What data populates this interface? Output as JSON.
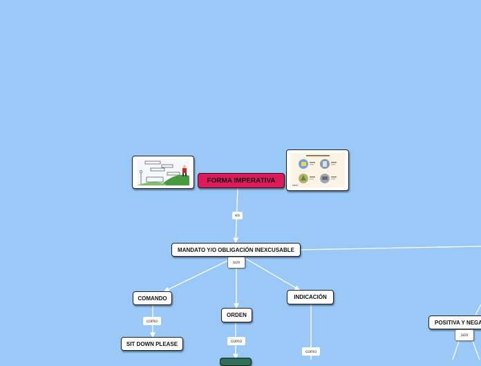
{
  "map": {
    "root": "FORMA IMPERATIVA",
    "mandato": "MANDATO Y/O OBLIGACIÓN INEXCUSABLE",
    "comando": "COMANDO",
    "orden": "ORDEN",
    "indicacion": "INDICACIÓN",
    "sit_down": "SIT DOWN PLEASE",
    "positiva": "POSITIVA Y NEGATIVA"
  },
  "links": {
    "es": "es",
    "son": "son",
    "como_comando": "como",
    "como_orden": "como",
    "como_indicacion": "como",
    "son_positiva": "son"
  },
  "images": {
    "left": "illustration-sketch-icon",
    "right": "infographic-thumbnail-icon"
  },
  "colors": {
    "background": "#9ac8f7",
    "root_fill": "#e0195a",
    "edge": "#ffffff"
  }
}
